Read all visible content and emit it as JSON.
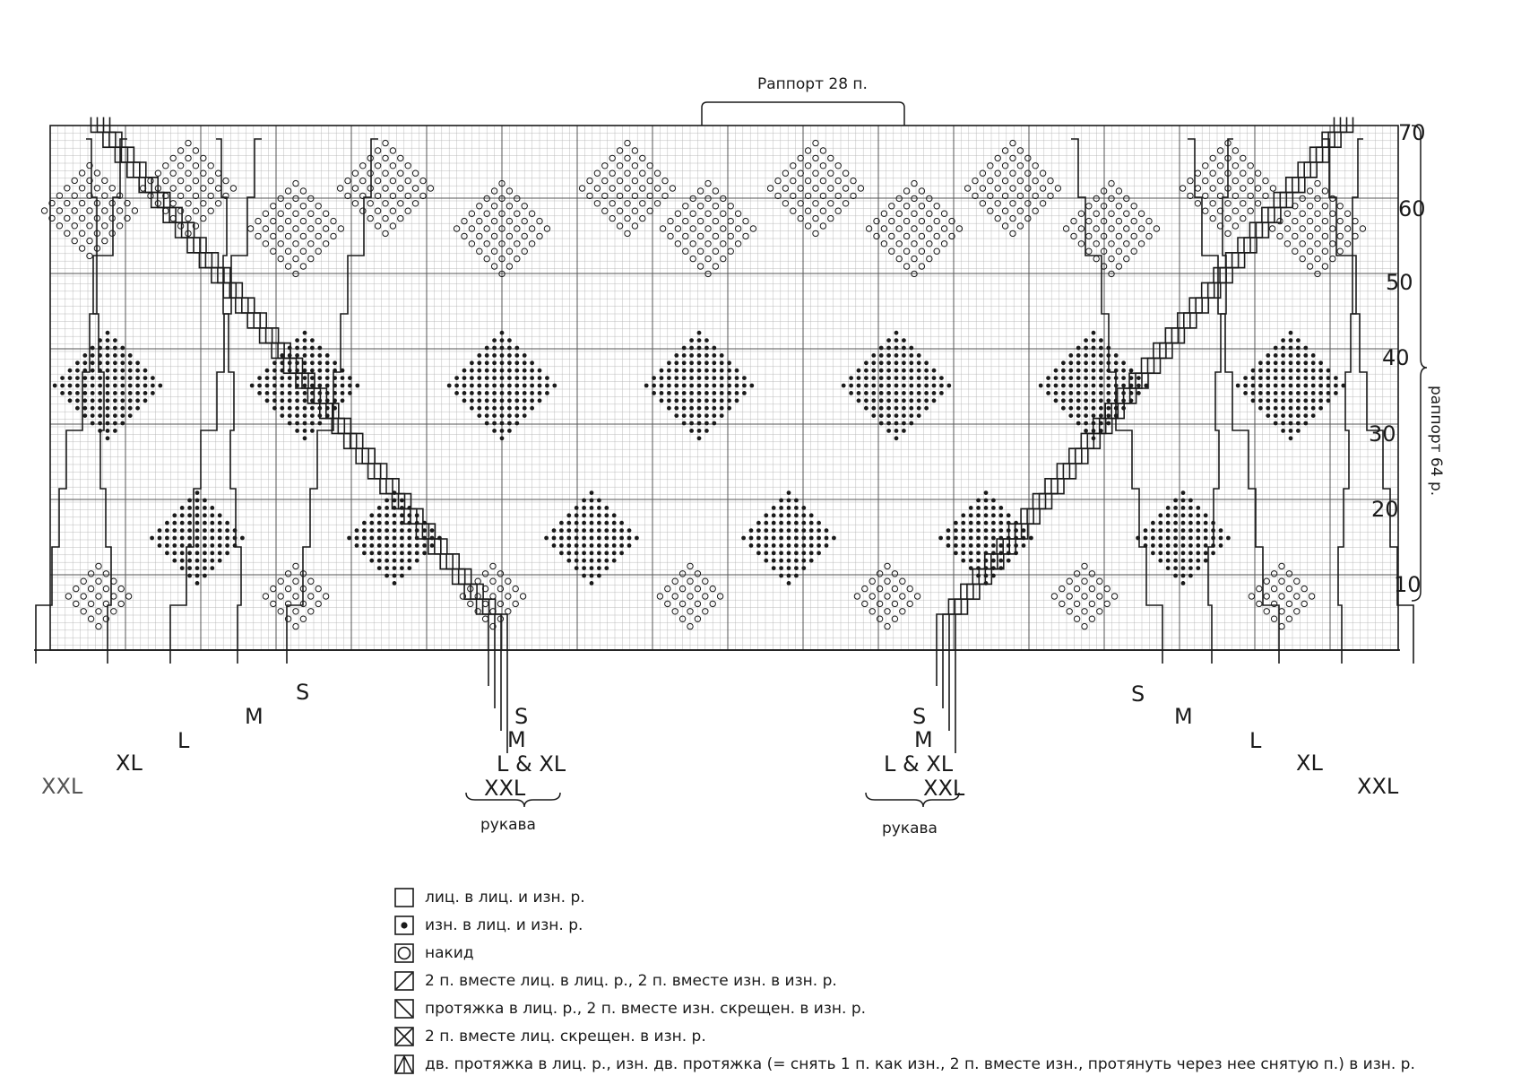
{
  "header": {
    "repeat_stitches": "Раппорт 28 п.",
    "repeat_rows": "раппорт 64 р."
  },
  "row_numbers": [
    "70",
    "60",
    "50",
    "40",
    "30",
    "20",
    "10"
  ],
  "size_labels": {
    "left_body": [
      "S",
      "M",
      "L",
      "XL",
      "XXL"
    ],
    "left_sleeve": [
      "S",
      "M",
      "L & XL",
      "XXL"
    ],
    "right_sleeve": [
      "S",
      "M",
      "L & XL",
      "XXL"
    ],
    "right_body": [
      "S",
      "M",
      "L",
      "XL",
      "XXL"
    ]
  },
  "sleeve_caption_left": "рукава",
  "sleeve_caption_right": "рукава",
  "legend": [
    {
      "icon": "blank-square-icon",
      "text": "лиц. в лиц. и  изн. р."
    },
    {
      "icon": "dot-square-icon",
      "text": "изн. в лиц.  и изн. р."
    },
    {
      "icon": "circle-square-icon",
      "text": "накид"
    },
    {
      "icon": "slash-square-icon",
      "text": "2 п. вместе лиц. в лиц. р., 2 п. вместе изн. в изн. р."
    },
    {
      "icon": "backslash-square-icon",
      "text": "протяжка в лиц. р., 2 п. вместе изн. скрещен. в изн. р."
    },
    {
      "icon": "cross-square-icon",
      "text": "2 п. вместе лиц. скрещен. в изн. р."
    },
    {
      "icon": "triangle-square-icon",
      "text": "дв. протяжка в лиц. р., изн. дв. протяжка (= снять 1 п. как изн., 2 п. вместе изн., протянуть через нее снятую п.) в изн. р."
    }
  ],
  "colors": {
    "ink": "#1a1a1a",
    "grid": "#b5b5b5",
    "paper": "#ffffff"
  }
}
